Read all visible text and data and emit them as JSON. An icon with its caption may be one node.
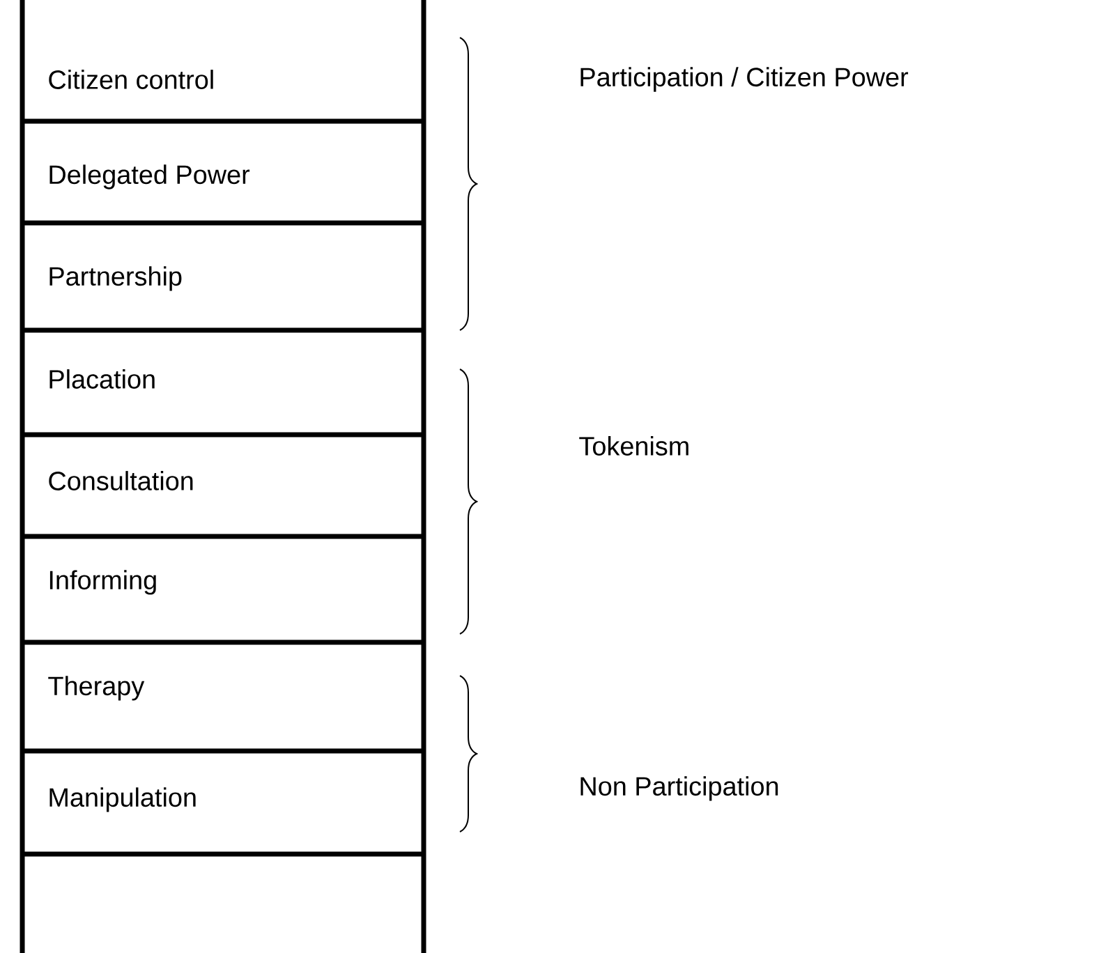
{
  "diagram": {
    "nodes": [
      {
        "text": [
          "Citizen control"
        ]
      },
      {
        "text": [
          "Delegated Power"
        ]
      },
      {
        "text": [
          "Partnership"
        ]
      },
      {
        "text": [
          "Placation"
        ]
      },
      {
        "text": [
          "Consultation"
        ]
      },
      {
        "text": [
          "Informing"
        ]
      },
      {
        "text": [
          "Therapy"
        ]
      },
      {
        "text": [
          "Manipulation"
        ]
      }
    ],
    "labels": [
      "Participation / Citizen Power",
      "Tokenism",
      "Non Participation"
    ]
  }
}
